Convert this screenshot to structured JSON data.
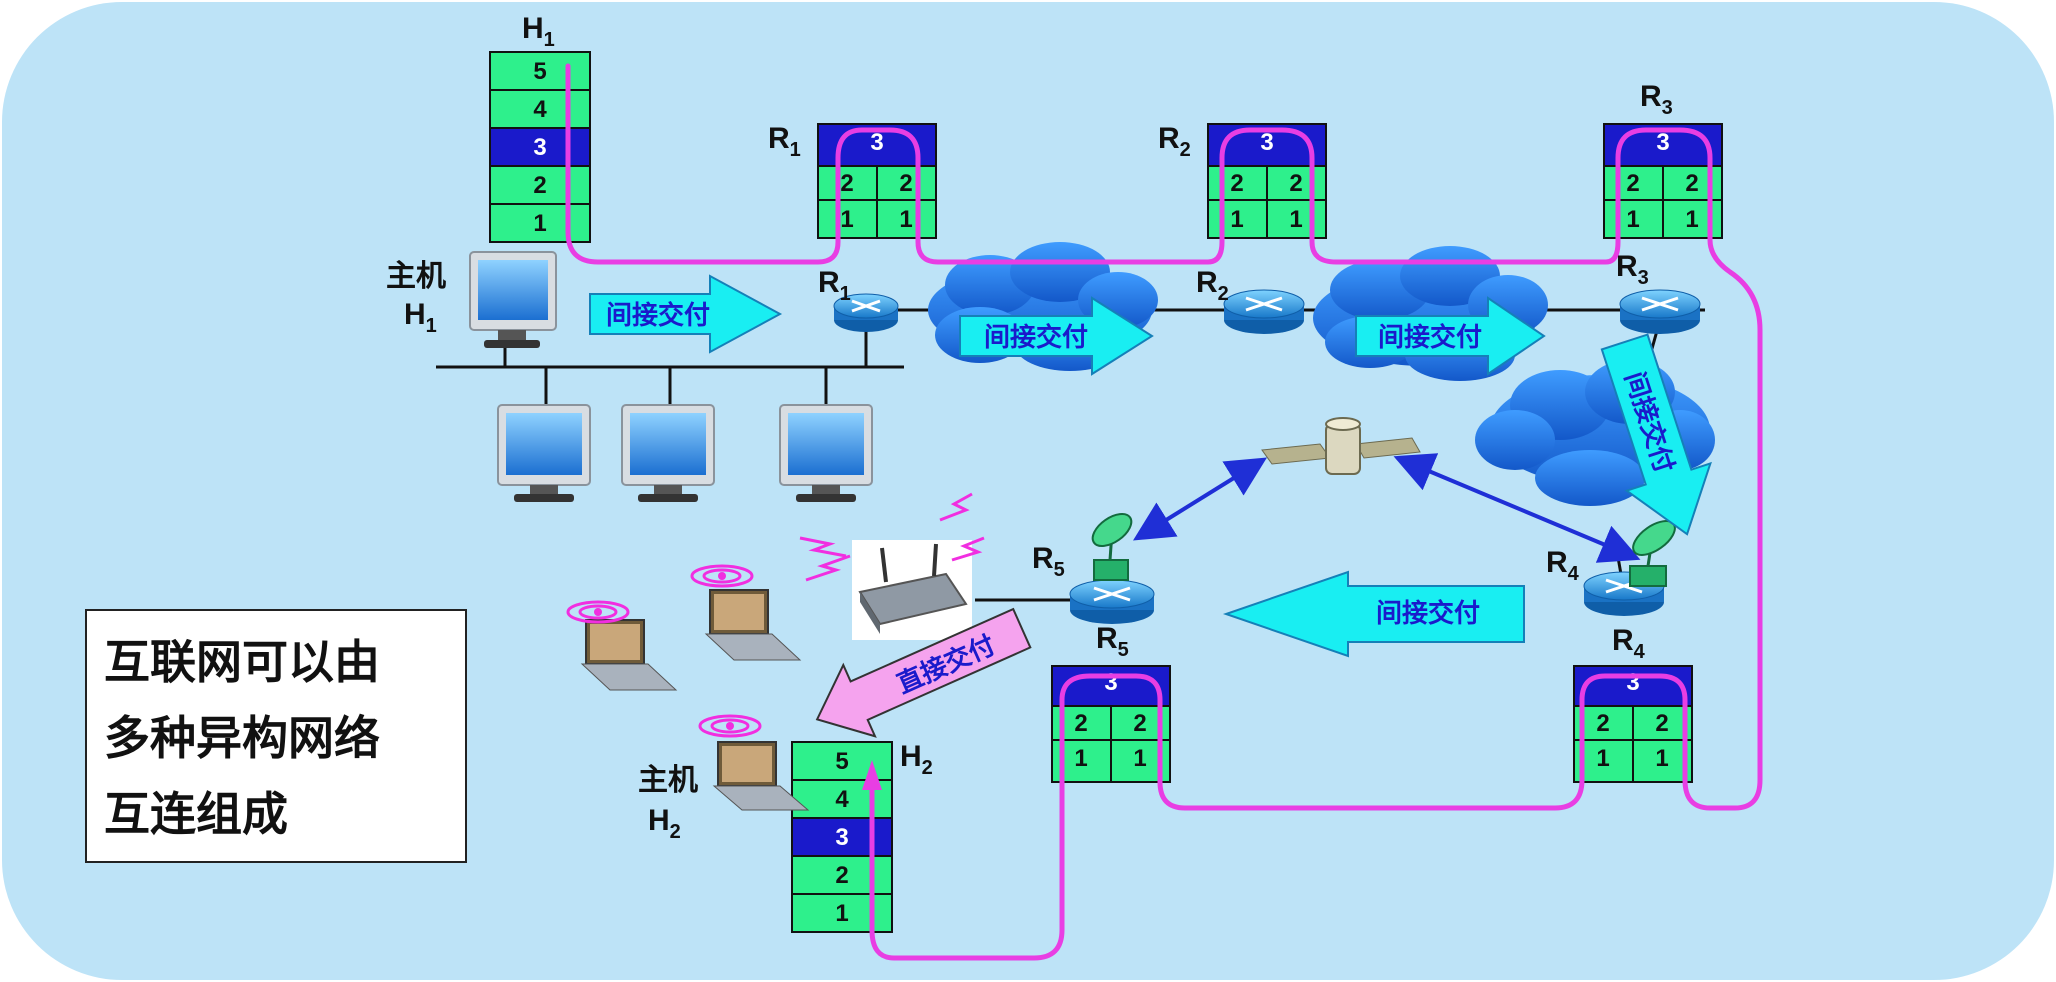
{
  "labels": {
    "h1_stack": "H",
    "h1_stack_sub": "1",
    "host1_line1": "主机",
    "host1_line2": "H",
    "host1_line2_sub": "1",
    "host2_line1": "主机",
    "host2_line2": "H",
    "host2_line2_sub": "2",
    "h2_stack": "H",
    "h2_stack_sub": "2",
    "r1_top": "R",
    "r1_top_sub": "1",
    "r2_top": "R",
    "r2_top_sub": "2",
    "r3_top": "R",
    "r3_top_sub": "3",
    "r1_dev": "R",
    "r1_dev_sub": "1",
    "r2_dev": "R",
    "r2_dev_sub": "2",
    "r3_dev": "R",
    "r3_dev_sub": "3",
    "r4_dev": "R",
    "r4_dev_sub": "4",
    "r4_stack": "R",
    "r4_stack_sub": "4",
    "r5_dev": "R",
    "r5_dev_sub": "5",
    "r5_stack": "R",
    "r5_stack_sub": "5"
  },
  "layers": {
    "host": [
      "5",
      "4",
      "3",
      "2",
      "1"
    ],
    "router_top": "3",
    "router_pair": [
      "2",
      "1"
    ]
  },
  "arrows": {
    "indirect": "间接交付",
    "direct": "直接交付"
  },
  "caption": {
    "line1": "互联网可以由",
    "line2": "多种异构网络",
    "line3": "互连组成"
  },
  "colors": {
    "background": "#bde3f7",
    "layer_green": "#2ef08c",
    "layer_blue": "#1a1acb",
    "path_magenta": "#e83ee3",
    "arrow_cyan": "#19eef2",
    "arrow_pink": "#f5a3ee",
    "cloud_blue": "#2a7fe6",
    "link_blue": "#1f2fd6"
  }
}
